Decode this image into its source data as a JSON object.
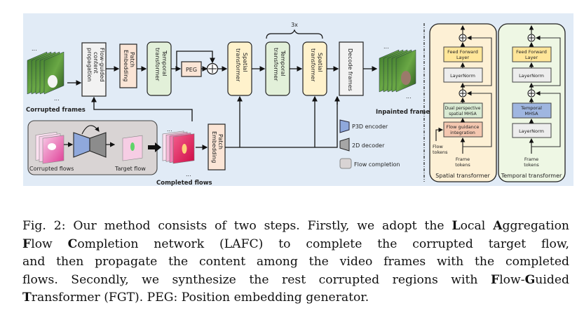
{
  "figure": {
    "main_pipeline": {
      "input_label": "Corrupted frames",
      "output_label": "Inpainted frames",
      "flow_guided_block": [
        "Flow-guided",
        "content",
        "propagation"
      ],
      "patch_embedding_top": [
        "Patch",
        "Embedding"
      ],
      "temporal_transformer_1": [
        "Temporal",
        "transformer"
      ],
      "peg": "PEG",
      "spatial_transformer_1": [
        "Spatial",
        "transformer"
      ],
      "repeat_label": "3x",
      "temporal_transformer_2": [
        "Temporal",
        "transformer"
      ],
      "spatial_transformer_2": [
        "Spatial",
        "transformer"
      ],
      "decode_frames": "Decode frames",
      "patch_embedding_bottom": [
        "Patch",
        "Embedding"
      ],
      "completed_flows_label": "Completed flows",
      "ellipsis": "..."
    },
    "flow_completion_box": {
      "corrupted_flows_label": "Corrupted flows",
      "target_flow_label": "Target flow"
    },
    "legend": [
      {
        "label": "P3D encoder",
        "color": "#8fa8dc"
      },
      {
        "label": "2D decoder",
        "color": "#a6a6a6"
      },
      {
        "label": "Flow completion",
        "color": "#d9d4d4"
      }
    ],
    "spatial_transformer_detail": {
      "title": "Spatial transformer",
      "ffn": [
        "Feed Forward",
        "Layer"
      ],
      "layernorm": "LayerNorm",
      "mhsa": [
        "Dual perspective",
        "spatial MHSA"
      ],
      "flow_guidance": [
        "Flow guidance",
        "integration"
      ],
      "flow_tokens": [
        "Flow",
        "tokens"
      ],
      "frame_tokens": [
        "Frame",
        "tokens"
      ]
    },
    "temporal_transformer_detail": {
      "title": "Temporal transformer",
      "ffn": [
        "Feed Forward",
        "Layer"
      ],
      "layernorm_top": "LayerNorm",
      "mhsa": [
        "Temporal",
        "MHSA"
      ],
      "layernorm_bottom": "LayerNorm",
      "frame_tokens": [
        "Frame",
        "tokens"
      ]
    },
    "colors": {
      "background": "#e1ebf6",
      "temporal_block": "#e2f0d9",
      "spatial_block": "#fff2cc",
      "patch_embedding": "#fbe5d6",
      "white_block": "#f2f2f2",
      "spatial_panel": "#fdf0d5",
      "temporal_panel": "#eef7e4",
      "ffn": "#ffe699",
      "layernorm": "#ededed",
      "dual_mhsa": "#d9ead3",
      "flow_guidance": "#f4c7b0",
      "temporal_mhsa": "#9fb6e0"
    }
  },
  "caption": {
    "lines": [
      [
        {
          "t": "Fig. 2: Our method consists of two steps. Firstly, we adopt the "
        },
        {
          "t": "L",
          "b": true
        },
        {
          "t": "ocal "
        },
        {
          "t": "A",
          "b": true
        },
        {
          "t": "ggregation"
        }
      ],
      [
        {
          "t": "F",
          "b": true
        },
        {
          "t": "low "
        },
        {
          "t": "C",
          "b": true
        },
        {
          "t": "ompletion network (LAFC) to complete the corrupted target flow,"
        }
      ],
      [
        {
          "t": "and then propagate the content among the video frames with the completed"
        }
      ],
      [
        {
          "t": "flows. Secondly, we synthesize the rest corrupted regions with "
        },
        {
          "t": "F",
          "b": true
        },
        {
          "t": "low-"
        },
        {
          "t": "G",
          "b": true
        },
        {
          "t": "uided"
        }
      ],
      [
        {
          "t": "T",
          "b": true
        },
        {
          "t": "ransformer (FGT). PEG: Position embedding generator."
        }
      ]
    ]
  }
}
